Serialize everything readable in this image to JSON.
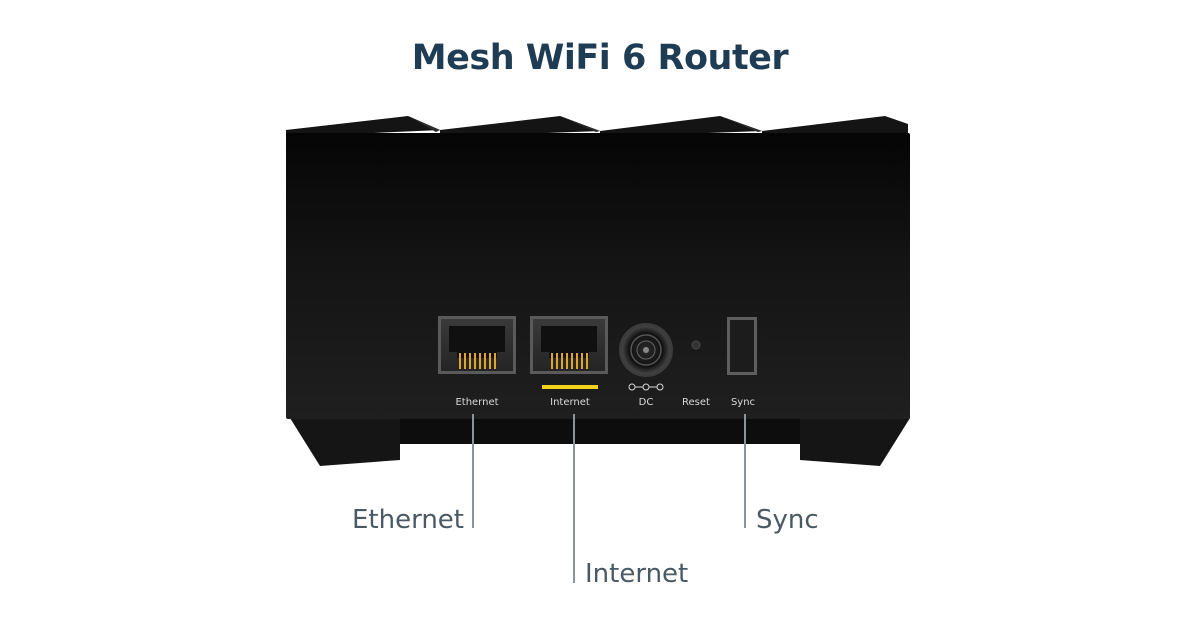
{
  "title": "Mesh WiFi 6 Router",
  "ports": {
    "ethernet": "Ethernet",
    "internet": "Internet",
    "dc": "DC",
    "reset": "Reset",
    "sync": "Sync"
  },
  "callouts": {
    "ethernet": "Ethernet",
    "internet": "Internet",
    "sync": "Sync"
  },
  "colors": {
    "title": "#1e3d55",
    "body": "#121212",
    "internet_indicator": "#f2d21b",
    "callout_line": "#8a949b",
    "callout_text": "#4a5963"
  }
}
